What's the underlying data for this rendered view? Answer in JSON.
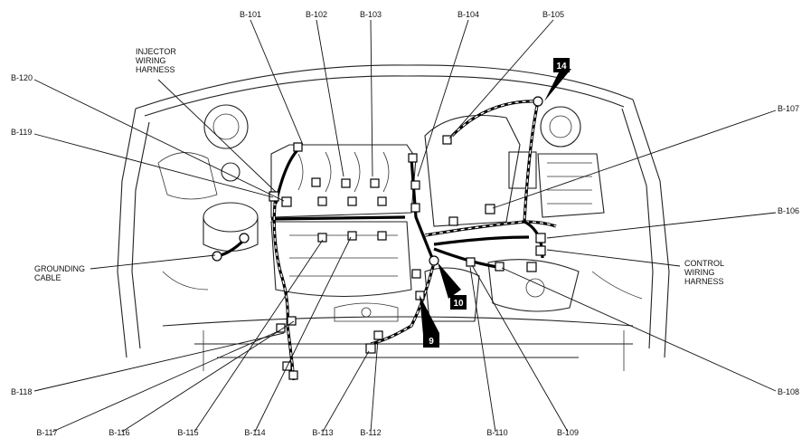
{
  "labels": {
    "b101": "B-101",
    "b102": "B-102",
    "b103": "B-103",
    "b104": "B-104",
    "b105": "B-105",
    "b106": "B-106",
    "b107": "B-107",
    "b108": "B-108",
    "b109": "B-109",
    "b110": "B-110",
    "b112": "B-112",
    "b113": "B-113",
    "b114": "B-114",
    "b115": "B-115",
    "b116": "B-116",
    "b117": "B-117",
    "b118": "B-118",
    "b119": "B-119",
    "b120": "B-120",
    "injector_l1": "INJECTOR",
    "injector_l2": "WIRING",
    "injector_l3": "HARNESS",
    "ground_l1": "GROUNDING",
    "ground_l2": "CABLE",
    "control_l1": "CONTROL",
    "control_l2": "WIRING",
    "control_l3": "HARNESS"
  },
  "badges": {
    "b14": "14",
    "b10": "10",
    "b9": "9"
  }
}
